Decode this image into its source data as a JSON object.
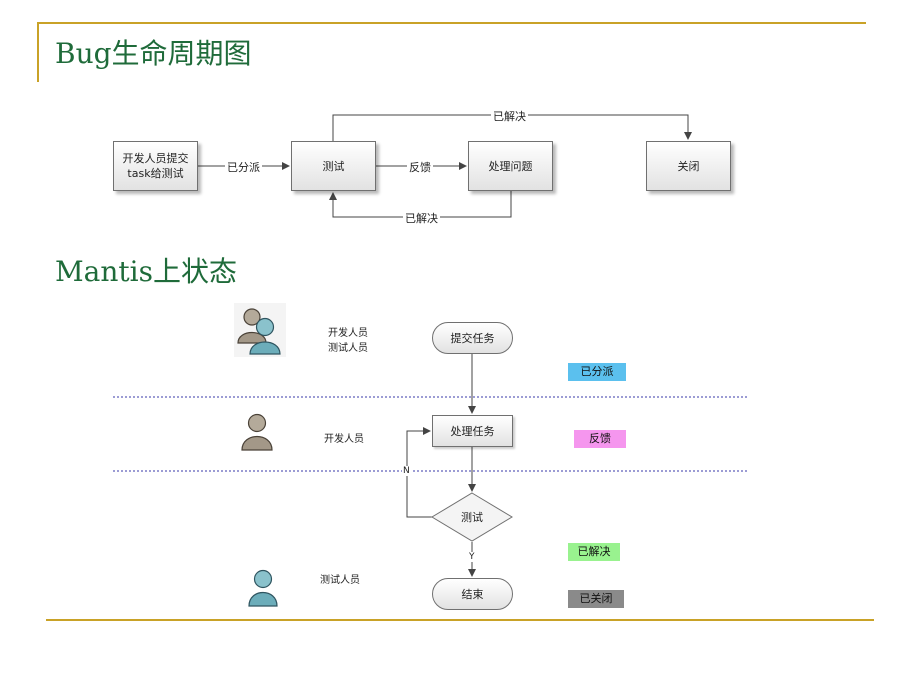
{
  "titles": {
    "lifecycle": "Bug生命周期图",
    "mantis": "Mantis上状态"
  },
  "lifecycle": {
    "submit_line1": "开发人员提交",
    "submit_line2": "task给测试",
    "test": "测试",
    "handle": "处理问题",
    "close": "关闭",
    "edge_assigned": "已分派",
    "edge_feedback": "反馈",
    "edge_resolved_top": "已解决",
    "edge_resolved_bottom": "已解决"
  },
  "mantis": {
    "lane1_role1": "开发人员",
    "lane1_role2": "测试人员",
    "lane2_role": "开发人员",
    "lane3_role": "测试人员",
    "submit_task": "提交任务",
    "handle_task": "处理任务",
    "test": "测试",
    "end": "结束",
    "branch_no": "N",
    "branch_yes": "Y",
    "status_assigned": "已分派",
    "status_feedback": "反馈",
    "status_resolved": "已解决",
    "status_closed": "已关闭"
  },
  "colors": {
    "title": "#1f6b3a",
    "rule": "#c9a227",
    "status_assigned": "#5bc0ee",
    "status_feedback": "#f596ee",
    "status_resolved": "#99f28f",
    "status_closed": "#8a8a8a"
  },
  "icons": [
    "person-icon",
    "person-pair-icon"
  ]
}
